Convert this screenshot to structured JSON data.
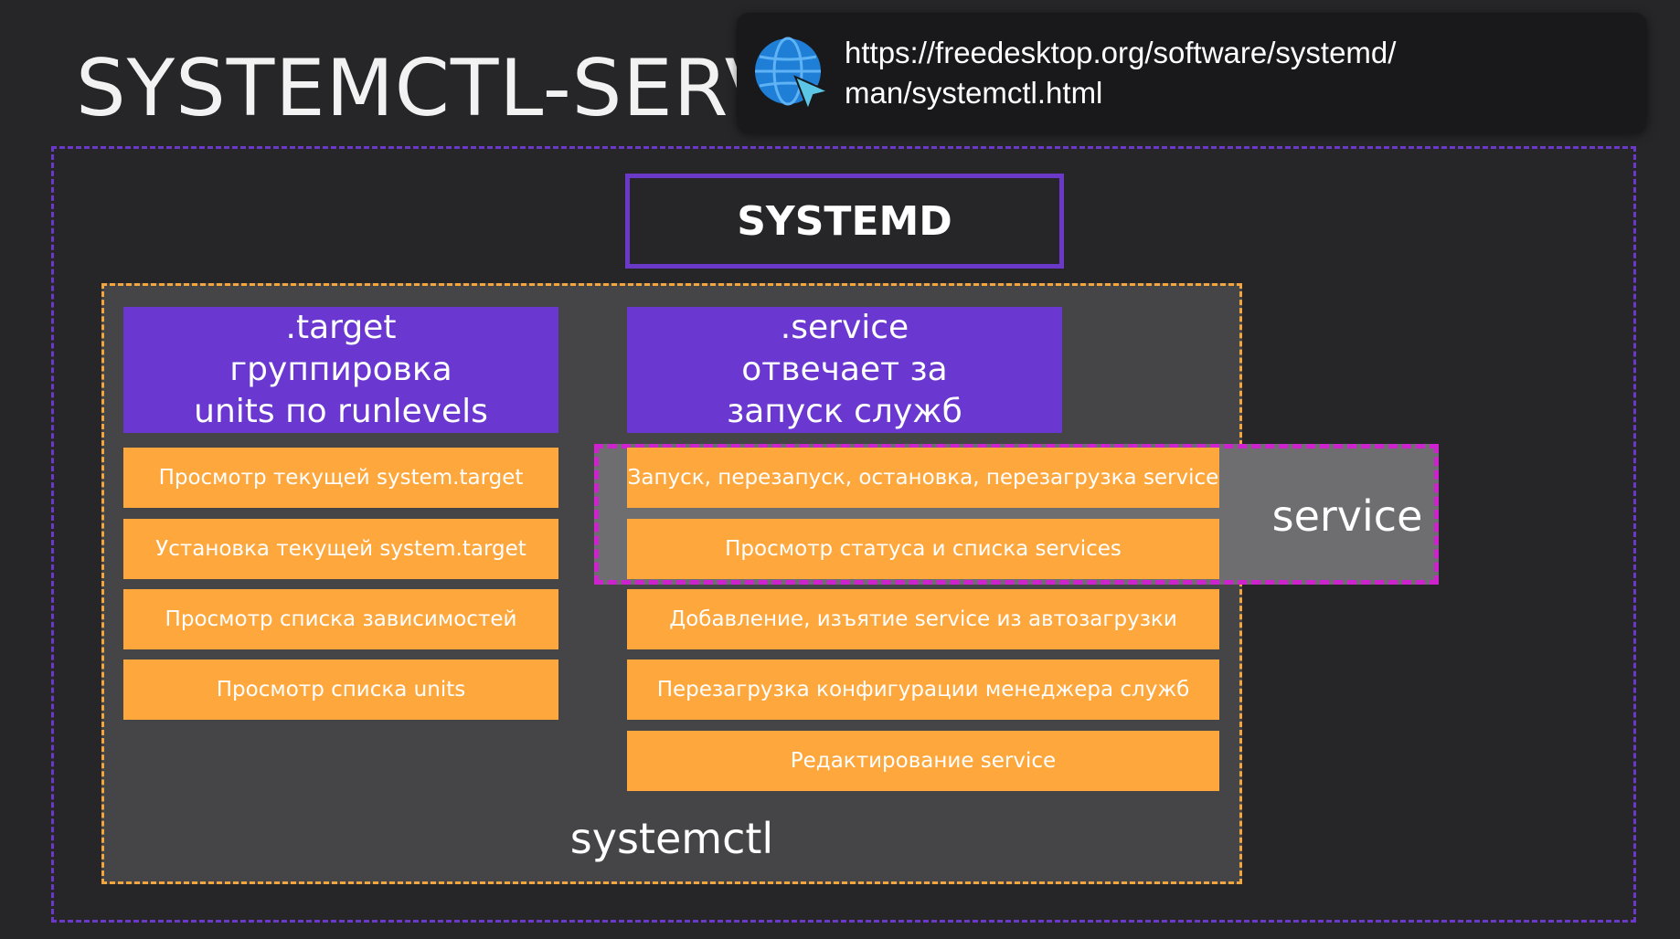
{
  "title": "SYSTEMCTL-SERVIC",
  "link": {
    "line1": "https://freedesktop.org/software/systemd/",
    "line2": "man/systemctl.html",
    "icon": "globe-cursor-icon"
  },
  "diagram": {
    "systemd_label": "SYSTEMD",
    "systemctl_label": "systemctl",
    "target_column": {
      "header": [
        ".target",
        "группировка",
        "units по runlevels"
      ],
      "items": [
        "Просмотр текущей system.target",
        "Установка текущей system.target",
        "Просмотр списка зависимостей",
        "Просмотр списка units"
      ]
    },
    "service_column": {
      "header": [
        ".service",
        "отвечает за",
        "запуск служб"
      ],
      "items": [
        "Запуск, перезапуск, остановка, перезагрузка service",
        "Просмотр статуса и списка services",
        "Добавление, изъятие service из автозагрузки",
        "Перезагрузка конфигурации менеджера служб",
        "Редактирование service"
      ]
    },
    "highlight_label": "service"
  },
  "colors": {
    "background": "#262527",
    "purple": "#6a37d0",
    "orange": "#fda73d",
    "magenta": "#cf22cf",
    "gray_panel": "#454547"
  }
}
